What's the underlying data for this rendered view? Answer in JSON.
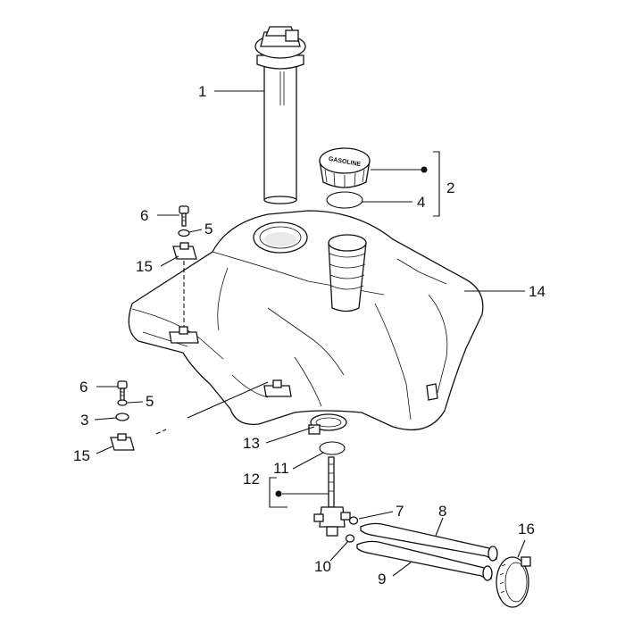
{
  "diagram": {
    "cap_text": "GASOLINE",
    "callouts": {
      "c1": "1",
      "c2": "2",
      "c3": "3",
      "c4": "4",
      "c5a": "5",
      "c5b": "5",
      "c6a": "6",
      "c6b": "6",
      "c7": "7",
      "c8": "8",
      "c9": "9",
      "c10": "10",
      "c11": "11",
      "c12": "12",
      "c13": "13",
      "c14": "14",
      "c15a": "15",
      "c15b": "15",
      "c16": "16"
    }
  }
}
